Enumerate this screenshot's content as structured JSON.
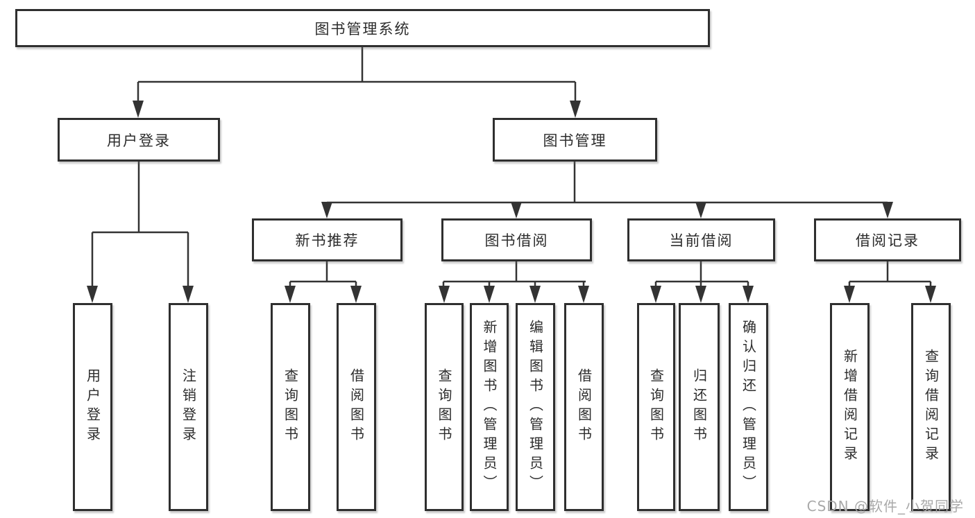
{
  "diagram": {
    "root": {
      "label": "图书管理系统",
      "children": [
        {
          "label": "用户登录",
          "children": [
            {
              "label": "用户登录"
            },
            {
              "label": "注销登录"
            }
          ]
        },
        {
          "label": "图书管理",
          "children": [
            {
              "label": "新书推荐",
              "children": [
                {
                  "label": "查询图书"
                },
                {
                  "label": "借阅图书"
                }
              ]
            },
            {
              "label": "图书借阅",
              "children": [
                {
                  "label": "查询图书"
                },
                {
                  "label": "新增图书（管理员）"
                },
                {
                  "label": "编辑图书（管理员）"
                },
                {
                  "label": "借阅图书"
                }
              ]
            },
            {
              "label": "当前借阅",
              "children": [
                {
                  "label": "查询图书"
                },
                {
                  "label": "归还图书"
                },
                {
                  "label": "确认归还（管理员）"
                }
              ]
            },
            {
              "label": "借阅记录",
              "children": [
                {
                  "label": "新增借阅记录"
                },
                {
                  "label": "查询借阅记录"
                }
              ]
            }
          ]
        }
      ]
    }
  },
  "watermark": {
    "text": "CSDN @软件_小贺同学",
    "color": "#a9a9a9"
  },
  "colors": {
    "line": "#333333",
    "box_border": "#2f2f2f",
    "box_fill": "#ffffff",
    "text": "#2c2c2c"
  }
}
